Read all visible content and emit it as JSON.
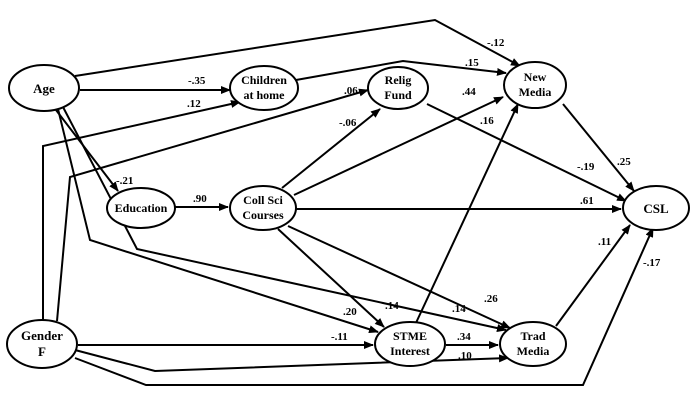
{
  "nodes": {
    "age": [
      "Age"
    ],
    "children": [
      "Children",
      "at home"
    ],
    "relig": [
      "Relig",
      "Fund"
    ],
    "newmedia": [
      "New",
      "Media"
    ],
    "education": [
      "Education"
    ],
    "collsci": [
      "Coll Sci",
      "Courses"
    ],
    "csl": [
      "CSL"
    ],
    "gender": [
      "Gender",
      "F"
    ],
    "stme": [
      "STME",
      "Interest"
    ],
    "tradmedia": [
      "Trad",
      "Media"
    ]
  },
  "edges": {
    "age_newmedia": "-.12",
    "age_children": "-.35",
    "children_newmedia": ".15",
    "gender_children": ".12",
    "gender_relig": ".06",
    "age_education": "-.21",
    "education_collsci": ".90",
    "collsci_relig": "-.06",
    "collsci_newmedia": ".44",
    "stme_newmedia": ".16",
    "relig_csl": "-.19",
    "newmedia_csl": ".25",
    "collsci_csl": ".61",
    "tradmedia_csl": ".11",
    "gender_csl": "-.17",
    "age_stme": ".20",
    "collsci_stme": ".14",
    "age_tradmedia": ".14",
    "collsci_tradmedia": ".26",
    "gender_stme": "-.11",
    "stme_tradmedia": ".34",
    "gender_tradmedia": ".10"
  }
}
